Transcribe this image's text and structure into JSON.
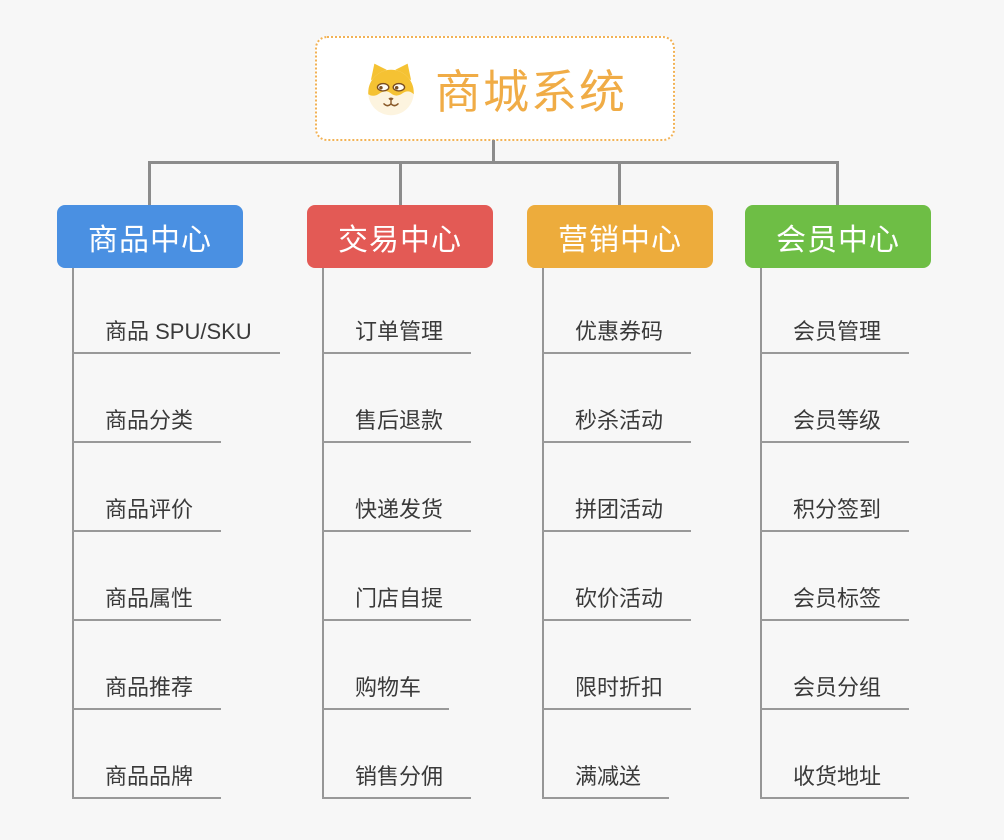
{
  "canvas": {
    "background": "#f7f7f7",
    "connector_color": "#8c8c8c",
    "underline_color": "#999999",
    "item_text_color": "#3a3a3a"
  },
  "root": {
    "title": "商城系统",
    "icon": "dog-face-icon",
    "text_color": "#f0ac46",
    "border_color": "#f2b255"
  },
  "branches": [
    {
      "label": "商品中心",
      "color": "#4a90e2",
      "items": [
        "商品 SPU/SKU",
        "商品分类",
        "商品评价",
        "商品属性",
        "商品推荐",
        "商品品牌"
      ]
    },
    {
      "label": "交易中心",
      "color": "#e35a55",
      "items": [
        "订单管理",
        "售后退款",
        "快递发货",
        "门店自提",
        "购物车",
        "销售分佣"
      ]
    },
    {
      "label": "营销中心",
      "color": "#edac3c",
      "items": [
        "优惠券码",
        "秒杀活动",
        "拼团活动",
        "砍价活动",
        "限时折扣",
        "满减送"
      ]
    },
    {
      "label": "会员中心",
      "color": "#6ebe45",
      "items": [
        "会员管理",
        "会员等级",
        "积分签到",
        "会员标签",
        "会员分组",
        "收货地址"
      ]
    }
  ]
}
